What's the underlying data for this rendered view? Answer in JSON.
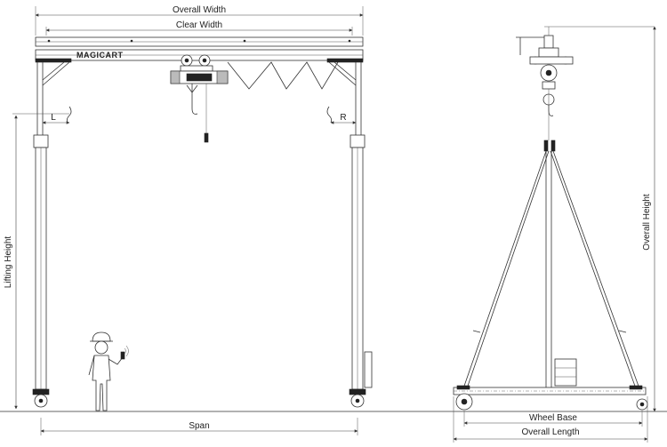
{
  "diagram": {
    "brand": "MAGICART",
    "labels": {
      "overall_width": "Overall Width",
      "clear_width": "Clear Width",
      "lifting_height": "Lifting Height",
      "left_hook_approach": "L",
      "right_hook_approach": "R",
      "span": "Span",
      "overall_height": "Overall Height",
      "wheel_base": "Wheel Base",
      "overall_length": "Overall Length"
    }
  }
}
